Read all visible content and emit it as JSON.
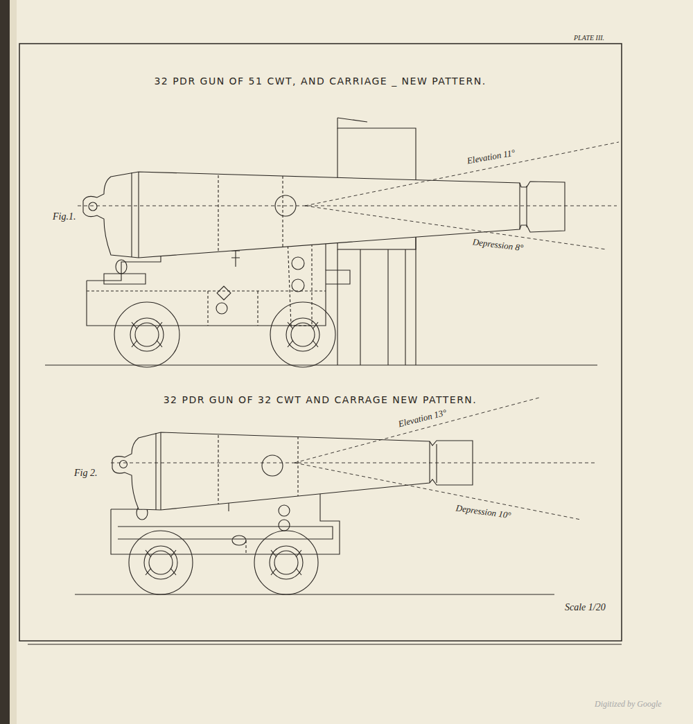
{
  "diagram": {
    "title": "32 PDR GUN OF 51 CWT, AND CARRIAGE _ NEW PATTERN.",
    "labels": [
      "PLATE III.",
      "Fig.1.",
      "Elevation 11°",
      "Depression 8°",
      "32 PDR GUN OF 32 CWT AND CARRAGE NEW PATTERN.",
      "Fig 2.",
      "Elevation 13°",
      "Depression 10°",
      "Scale 1/20",
      "Digitized by Google"
    ]
  }
}
